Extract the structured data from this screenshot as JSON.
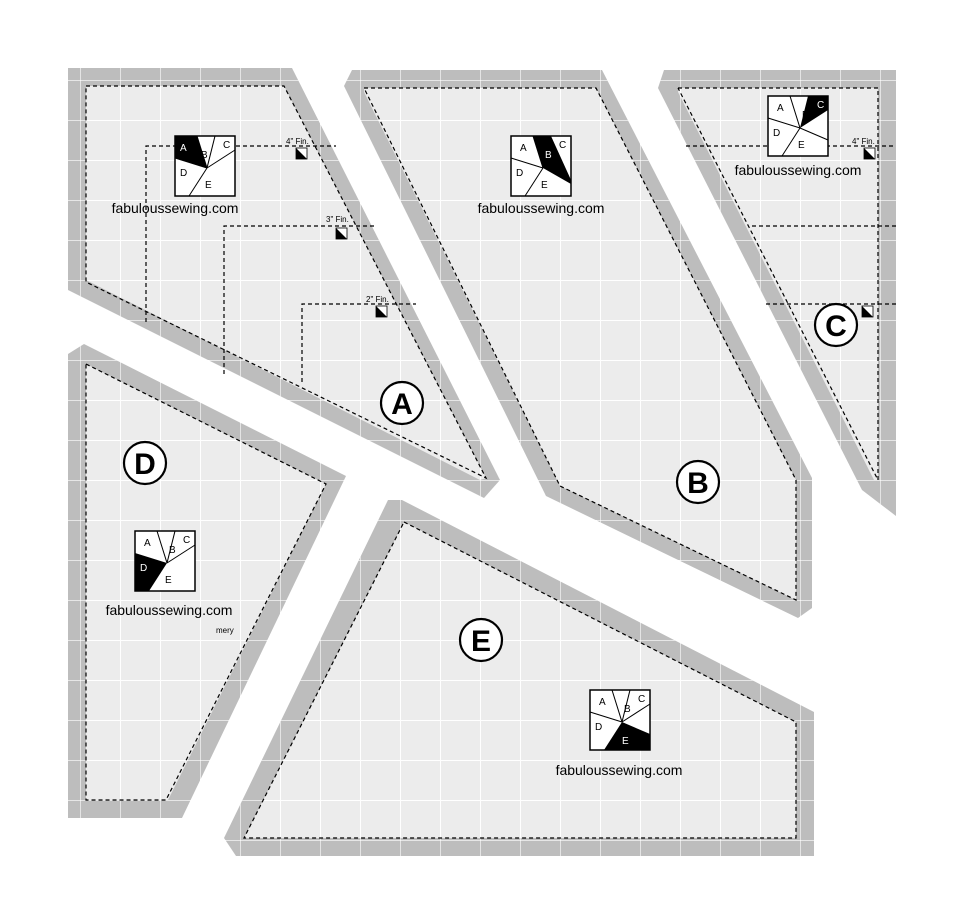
{
  "diagram": {
    "website": "fabuloussewing.com",
    "fin_labels": {
      "four": "4\" Fin.",
      "three": "3\" Fin.",
      "two": "2\" Fin."
    },
    "block_letters": [
      "A",
      "B",
      "C",
      "D",
      "E"
    ],
    "templates": [
      {
        "id": "A",
        "letter": "A",
        "site": "fabuloussewing.com",
        "highlight": "A"
      },
      {
        "id": "B",
        "letter": "B",
        "site": "fabuloussewing.com",
        "highlight": "B"
      },
      {
        "id": "C",
        "letter": "C",
        "site": "fabuloussewing.com",
        "highlight": "C"
      },
      {
        "id": "D",
        "letter": "D",
        "site": "fabuloussewing.com",
        "highlight": "D",
        "extra_text": "mery"
      },
      {
        "id": "E",
        "letter": "E",
        "site": "fabuloussewing.com",
        "highlight": "E"
      }
    ],
    "colors": {
      "border": "#bdbdbd",
      "fill": "#ececec",
      "grid": "#ffffff",
      "ink": "#000000"
    }
  }
}
